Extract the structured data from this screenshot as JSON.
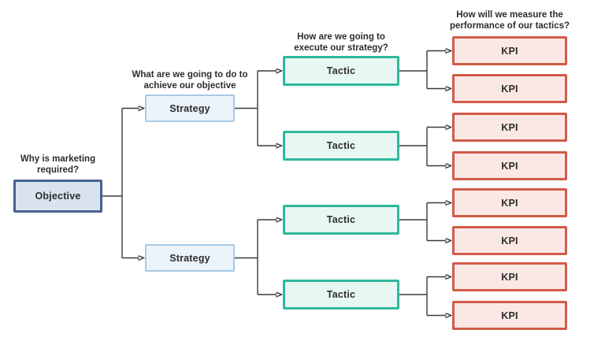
{
  "diagram": {
    "columns": [
      {
        "id": "objective",
        "question": "Why is marketing required?",
        "node_label": "Objective",
        "count": 1
      },
      {
        "id": "strategy",
        "question": "What are we going to do to achieve our objective",
        "node_label": "Strategy",
        "count": 2
      },
      {
        "id": "tactic",
        "question": "How are we going to execute our strategy?",
        "node_label": "Tactic",
        "count": 4
      },
      {
        "id": "kpi",
        "question": "How will we measure the performance of our tactics?",
        "node_label": "KPI",
        "count": 8
      }
    ],
    "edges": [
      {
        "from": "objective-1",
        "to": "strategy-1"
      },
      {
        "from": "objective-1",
        "to": "strategy-2"
      },
      {
        "from": "strategy-1",
        "to": "tactic-1"
      },
      {
        "from": "strategy-1",
        "to": "tactic-2"
      },
      {
        "from": "strategy-2",
        "to": "tactic-3"
      },
      {
        "from": "strategy-2",
        "to": "tactic-4"
      },
      {
        "from": "tactic-1",
        "to": "kpi-1"
      },
      {
        "from": "tactic-1",
        "to": "kpi-2"
      },
      {
        "from": "tactic-2",
        "to": "kpi-3"
      },
      {
        "from": "tactic-2",
        "to": "kpi-4"
      },
      {
        "from": "tactic-3",
        "to": "kpi-5"
      },
      {
        "from": "tactic-3",
        "to": "kpi-6"
      },
      {
        "from": "tactic-4",
        "to": "kpi-7"
      },
      {
        "from": "tactic-4",
        "to": "kpi-8"
      }
    ],
    "colors": {
      "objective_fill": "#d9e3f0",
      "objective_border": "#46648c",
      "strategy_fill": "#ebf3fb",
      "strategy_border": "#a9c9e4",
      "tactic_fill": "#e7f7f2",
      "tactic_border": "#2fb89c",
      "kpi_fill": "#fbe8e4",
      "kpi_border": "#d05b49",
      "connector": "#3a3a3a",
      "text": "#2d2d2d",
      "background": "#ffffff"
    }
  }
}
